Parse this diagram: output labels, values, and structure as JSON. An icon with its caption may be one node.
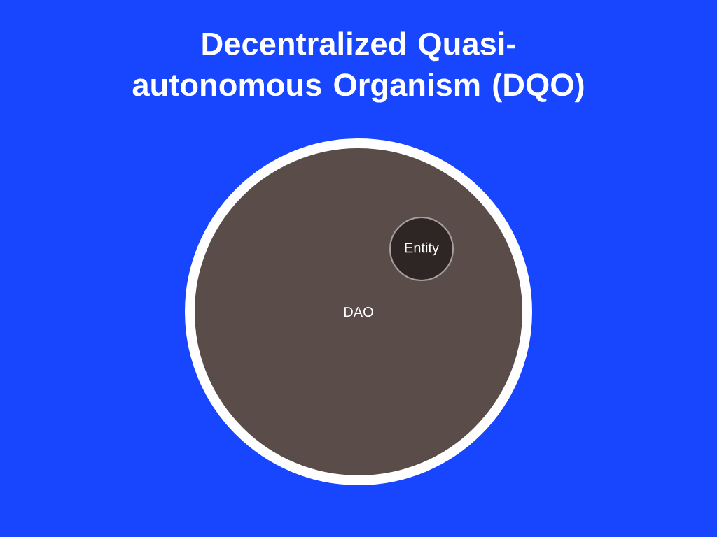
{
  "diagram": {
    "title": "Decentralized Quasi-autonomous Organism (DQO)",
    "nodes": [
      {
        "text": [
          "DAO"
        ]
      },
      {
        "text": [
          "Entity"
        ],
        "in": 0
      }
    ]
  }
}
